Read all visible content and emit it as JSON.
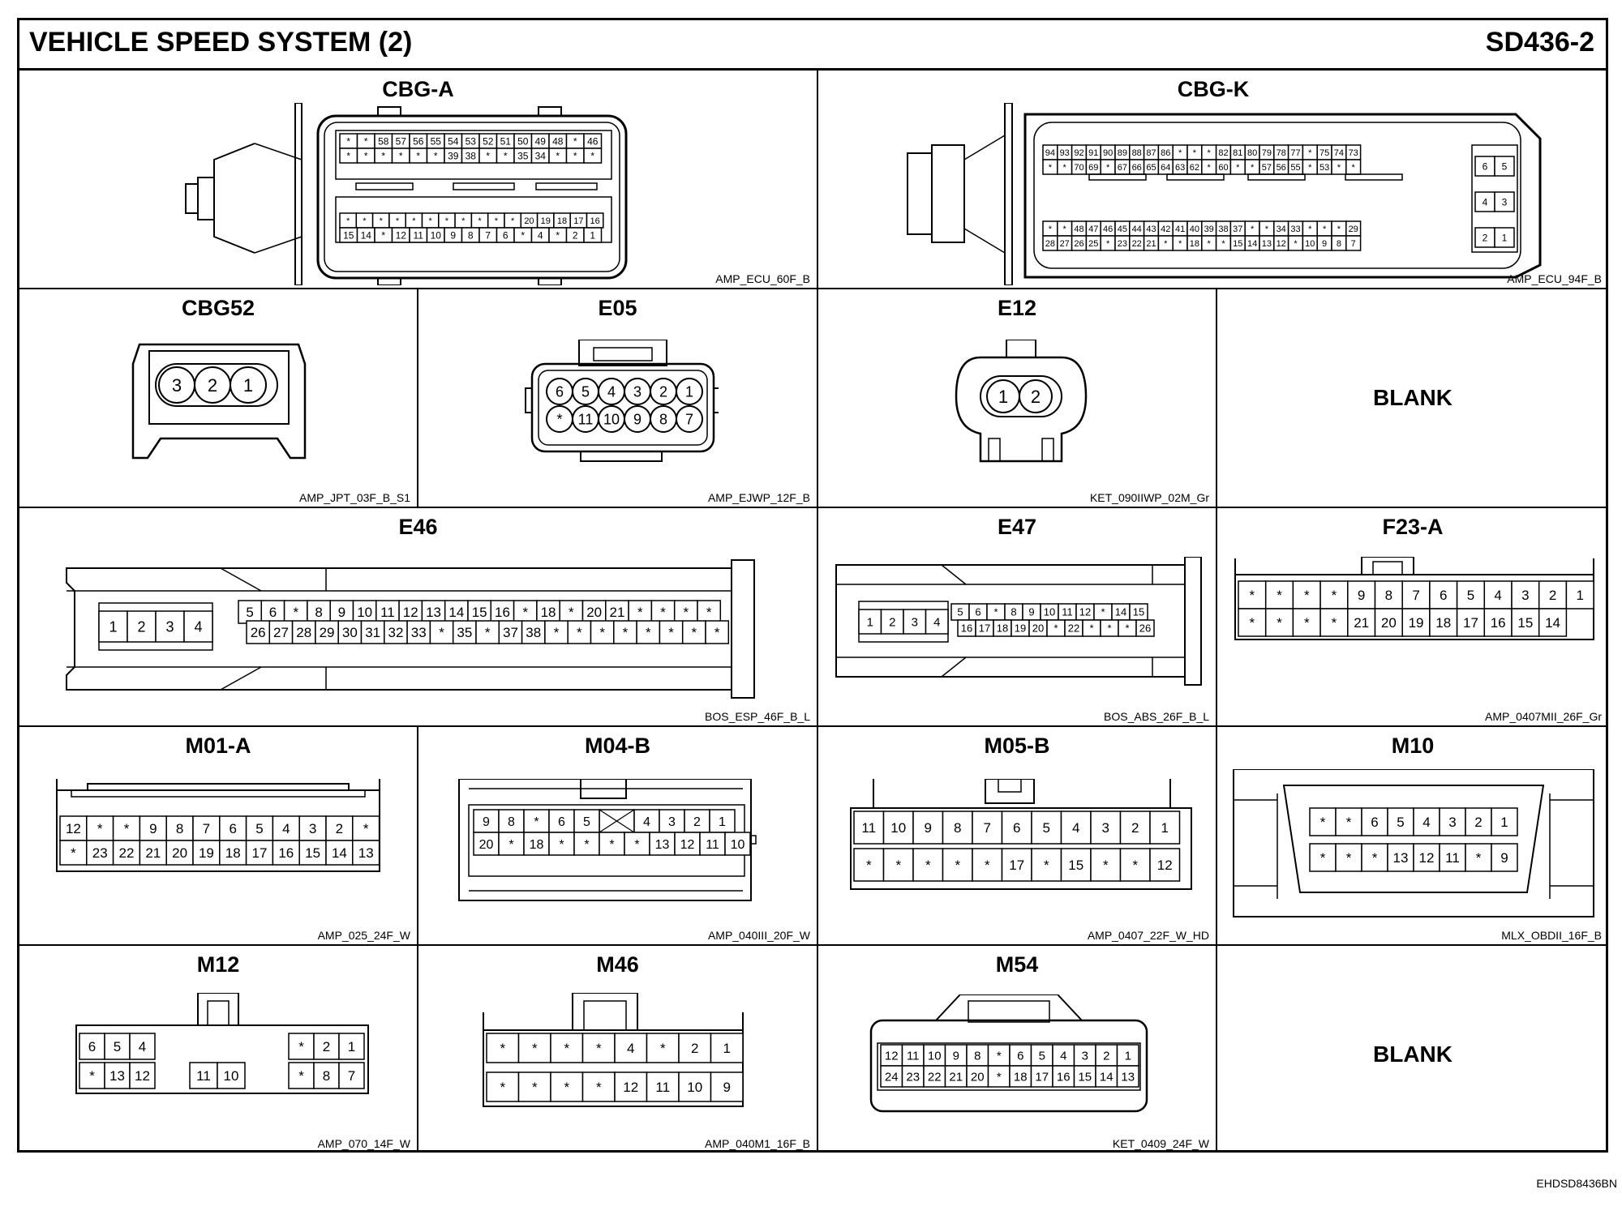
{
  "header": {
    "title": "VEHICLE SPEED SYSTEM (2)",
    "code": "SD436-2"
  },
  "footer": {
    "code": "EHDSD8436BN"
  },
  "cells": [
    {
      "name": "CBG-A",
      "part": "AMP_ECU_60F_B",
      "blank": "",
      "rows": [
        [
          "*",
          "*",
          "58",
          "57",
          "56",
          "55",
          "54",
          "53",
          "52",
          "51",
          "50",
          "49",
          "48",
          "*",
          "46"
        ],
        [
          "*",
          "*",
          "*",
          "*",
          "*",
          "*",
          "39",
          "38",
          "*",
          "*",
          "35",
          "34",
          "*",
          "*",
          "*"
        ],
        [
          "*",
          "*",
          "*",
          "*",
          "*",
          "*",
          "*",
          "*",
          "*",
          "*",
          "*",
          "20",
          "19",
          "18",
          "17",
          "16"
        ],
        [
          "15",
          "14",
          "*",
          "12",
          "11",
          "10",
          "9",
          "8",
          "7",
          "6",
          "*",
          "4",
          "*",
          "2",
          "1"
        ]
      ]
    },
    {
      "name": "CBG-K",
      "part": "AMP_ECU_94F_B",
      "blank": "",
      "rows": [
        [
          "94",
          "93",
          "92",
          "91",
          "90",
          "89",
          "88",
          "87",
          "86",
          "*",
          "*",
          "*",
          "82",
          "81",
          "80",
          "79",
          "78",
          "77",
          "*",
          "75",
          "74",
          "73"
        ],
        [
          "*",
          "*",
          "70",
          "69",
          "*",
          "67",
          "66",
          "65",
          "64",
          "63",
          "62",
          "*",
          "60",
          "*",
          "*",
          "57",
          "56",
          "55",
          "*",
          "53",
          "*",
          "*"
        ],
        [
          "*",
          "*",
          "48",
          "47",
          "46",
          "45",
          "44",
          "43",
          "42",
          "41",
          "40",
          "39",
          "38",
          "37",
          "*",
          "*",
          "34",
          "33",
          "*",
          "*",
          "*",
          "29"
        ],
        [
          "28",
          "27",
          "26",
          "25",
          "*",
          "23",
          "22",
          "21",
          "*",
          "*",
          "18",
          "*",
          "*",
          "15",
          "14",
          "13",
          "12",
          "*",
          "10",
          "9",
          "8",
          "7"
        ],
        [
          "6",
          "5"
        ],
        [
          "4",
          "3"
        ],
        [
          "2",
          "1"
        ]
      ]
    },
    {
      "name": "CBG52",
      "part": "AMP_JPT_03F_B_S1",
      "blank": "",
      "rows": [
        [
          "3",
          "2",
          "1"
        ]
      ]
    },
    {
      "name": "E05",
      "part": "AMP_EJWP_12F_B",
      "blank": "",
      "rows": [
        [
          "6",
          "5",
          "4",
          "3",
          "2",
          "1"
        ],
        [
          "*",
          "11",
          "10",
          "9",
          "8",
          "7"
        ]
      ]
    },
    {
      "name": "E12",
      "part": "KET_090IIWP_02M_Gr",
      "blank": "",
      "rows": [
        [
          "1",
          "2"
        ]
      ]
    },
    {
      "name": "",
      "part": "",
      "blank": "BLANK",
      "rows": []
    },
    {
      "name": "E46",
      "part": "BOS_ESP_46F_B_L",
      "blank": "",
      "rows": [
        [
          "1",
          "2",
          "3",
          "4"
        ],
        [
          "5",
          "6",
          "*",
          "8",
          "9",
          "10",
          "11",
          "12",
          "13",
          "14",
          "15",
          "16",
          "*",
          "18",
          "*",
          "20",
          "21",
          "*",
          "*",
          "*",
          "*"
        ],
        [
          "26",
          "27",
          "28",
          "29",
          "30",
          "31",
          "32",
          "33",
          "*",
          "35",
          "*",
          "37",
          "38",
          "*",
          "*",
          "*",
          "*",
          "*",
          "*",
          "*",
          "*"
        ]
      ]
    },
    {
      "name": "E47",
      "part": "BOS_ABS_26F_B_L",
      "blank": "",
      "rows": [
        [
          "1",
          "2",
          "3",
          "4"
        ],
        [
          "5",
          "6",
          "*",
          "8",
          "9",
          "10",
          "11",
          "12",
          "*",
          "14",
          "15"
        ],
        [
          "16",
          "17",
          "18",
          "19",
          "20",
          "*",
          "22",
          "*",
          "*",
          "*",
          "26"
        ]
      ]
    },
    {
      "name": "F23-A",
      "part": "AMP_0407MII_26F_Gr",
      "blank": "",
      "rows": [
        [
          "*",
          "*",
          "*",
          "*",
          "9",
          "8",
          "7",
          "6",
          "5",
          "4",
          "3",
          "2",
          "1"
        ],
        [
          "*",
          "*",
          "*",
          "*",
          "21",
          "20",
          "19",
          "18",
          "17",
          "16",
          "15",
          "14"
        ]
      ]
    },
    {
      "name": "M01-A",
      "part": "AMP_025_24F_W",
      "blank": "",
      "rows": [
        [
          "12",
          "*",
          "*",
          "9",
          "8",
          "7",
          "6",
          "5",
          "4",
          "3",
          "2",
          "*"
        ],
        [
          "*",
          "23",
          "22",
          "21",
          "20",
          "19",
          "18",
          "17",
          "16",
          "15",
          "14",
          "13"
        ]
      ]
    },
    {
      "name": "M04-B",
      "part": "AMP_040III_20F_W",
      "blank": "",
      "rows": [
        [
          "9",
          "8",
          "*",
          "6",
          "5",
          "",
          "4",
          "3",
          "2",
          "1"
        ],
        [
          "20",
          "*",
          "18",
          "*",
          "*",
          "*",
          "*",
          "13",
          "12",
          "11",
          "10"
        ]
      ]
    },
    {
      "name": "M05-B",
      "part": "AMP_0407_22F_W_HD",
      "blank": "",
      "rows": [
        [
          "11",
          "10",
          "9",
          "8",
          "7",
          "6",
          "5",
          "4",
          "3",
          "2",
          "1"
        ],
        [
          "*",
          "*",
          "*",
          "*",
          "*",
          "17",
          "*",
          "15",
          "*",
          "*",
          "12"
        ]
      ]
    },
    {
      "name": "M10",
      "part": "MLX_OBDII_16F_B",
      "blank": "",
      "rows": [
        [
          "*",
          "*",
          "6",
          "5",
          "4",
          "3",
          "2",
          "1"
        ],
        [
          "*",
          "*",
          "*",
          "13",
          "12",
          "11",
          "*",
          "9"
        ]
      ]
    },
    {
      "name": "M12",
      "part": "AMP_070_14F_W",
      "blank": "",
      "rows": [
        [
          "6",
          "5",
          "4",
          "*",
          "2",
          "1"
        ],
        [
          "*",
          "13",
          "12",
          "11",
          "10",
          "*",
          "8",
          "7"
        ]
      ]
    },
    {
      "name": "M46",
      "part": "AMP_040M1_16F_B",
      "blank": "",
      "rows": [
        [
          "*",
          "*",
          "*",
          "*",
          "4",
          "*",
          "2",
          "1"
        ],
        [
          "*",
          "*",
          "*",
          "*",
          "12",
          "11",
          "10",
          "9"
        ]
      ]
    },
    {
      "name": "M54",
      "part": "KET_0409_24F_W",
      "blank": "",
      "rows": [
        [
          "12",
          "11",
          "10",
          "9",
          "8",
          "*",
          "6",
          "5",
          "4",
          "3",
          "2",
          "1"
        ],
        [
          "24",
          "23",
          "22",
          "21",
          "20",
          "*",
          "18",
          "17",
          "16",
          "15",
          "14",
          "13"
        ]
      ]
    },
    {
      "name": "",
      "part": "",
      "blank": "BLANK",
      "rows": []
    }
  ]
}
